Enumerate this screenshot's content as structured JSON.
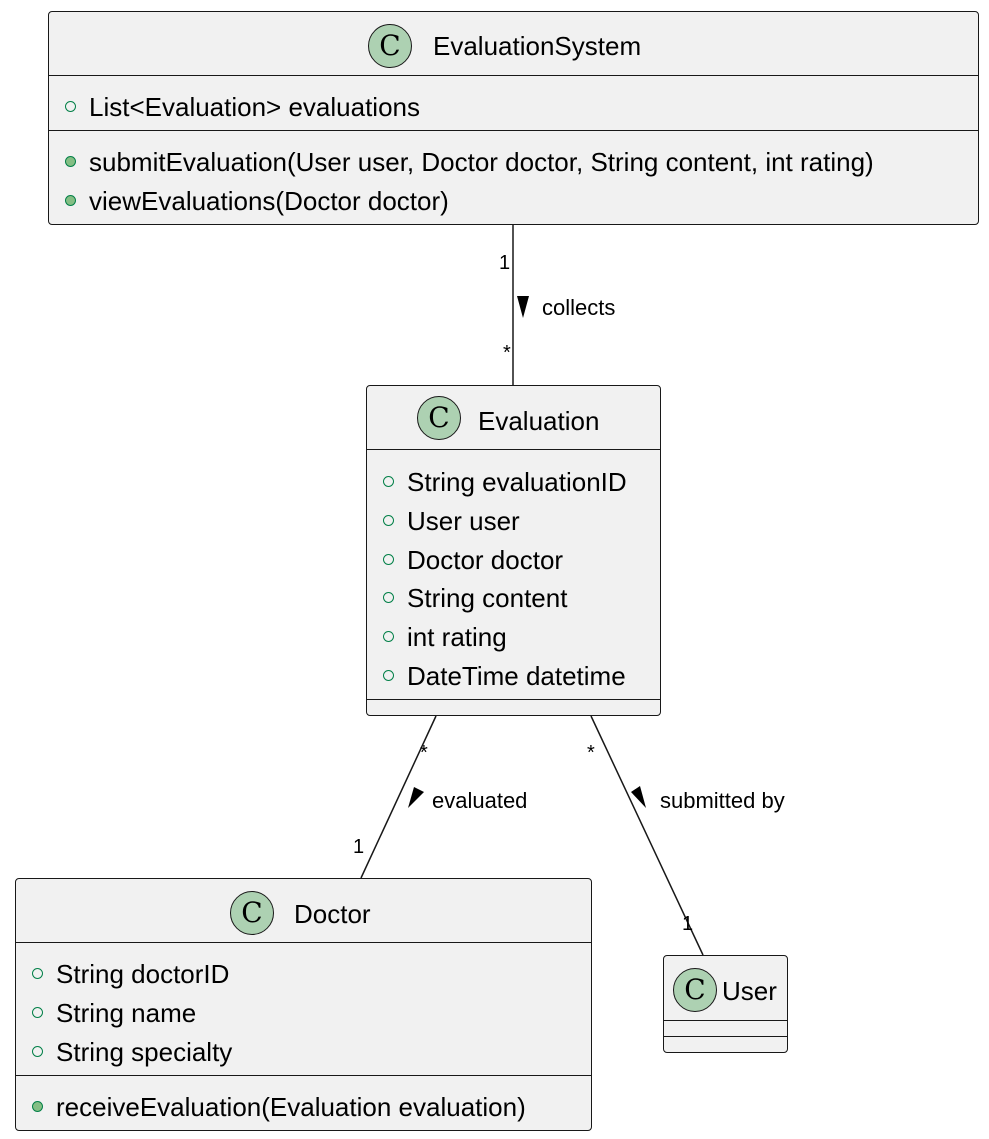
{
  "colors": {
    "class_fill": "#f1f1f1",
    "class_border": "#181818",
    "class_icon_fill": "#add1b2",
    "field_marker": "#038048",
    "method_marker": "#84be84"
  },
  "icons": {
    "class_marker": "C"
  },
  "classes": {
    "evaluation_system": {
      "name": "EvaluationSystem",
      "fields": [
        "List<Evaluation> evaluations"
      ],
      "methods": [
        "submitEvaluation(User user, Doctor doctor, String content, int rating)",
        "viewEvaluations(Doctor doctor)"
      ]
    },
    "evaluation": {
      "name": "Evaluation",
      "fields": [
        "String evaluationID",
        "User user",
        "Doctor doctor",
        "String content",
        "int rating",
        "DateTime datetime"
      ],
      "methods": []
    },
    "doctor": {
      "name": "Doctor",
      "fields": [
        "String doctorID",
        "String name",
        "String specialty"
      ],
      "methods": [
        "receiveEvaluation(Evaluation evaluation)"
      ]
    },
    "user": {
      "name": "User",
      "fields": [],
      "methods": []
    }
  },
  "relations": {
    "collects": {
      "label": "collects",
      "source_mult": "1",
      "target_mult": "*"
    },
    "evaluated": {
      "label": "evaluated",
      "source_mult": "*",
      "target_mult": "1"
    },
    "submitted_by": {
      "label": "submitted by",
      "source_mult": "*",
      "target_mult": "1"
    }
  }
}
